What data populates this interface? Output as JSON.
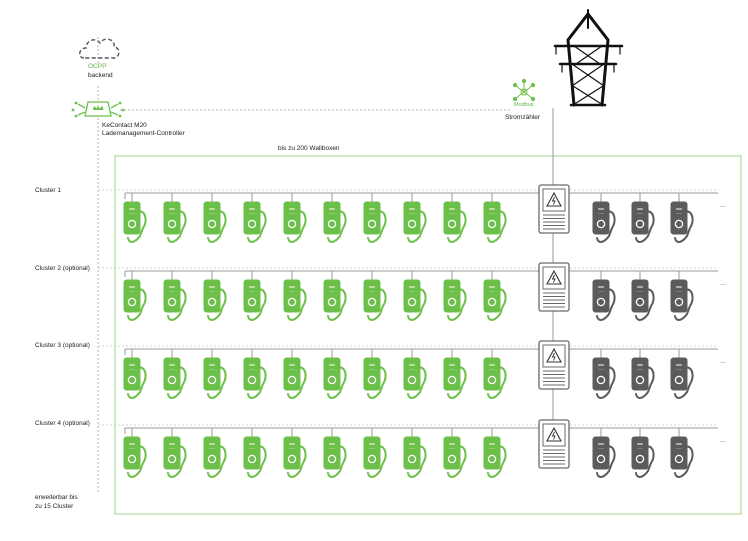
{
  "cloud": {
    "protocol": "OCPP",
    "label": "backend",
    "icon": "cloud-icon"
  },
  "controller": {
    "name": "KeContact M20",
    "description": "Lademanagement-Controller",
    "icon": "load-management-controller-icon"
  },
  "meter": {
    "protocol": "Modbus",
    "label": "Stromzähler",
    "icon": "modbus-hub-icon"
  },
  "grid": {
    "icon": "power-pylon-icon"
  },
  "system_box": {
    "title": "bis zu 200 Wallboxen"
  },
  "clusters": [
    {
      "label": "Cluster 1"
    },
    {
      "label": "Cluster 2 (optional)"
    },
    {
      "label": "Cluster 3 (optional)"
    },
    {
      "label": "Cluster 4 (optional)"
    }
  ],
  "wallboxes": {
    "managed_per_cluster": 10,
    "unmanaged_per_cluster": 3,
    "managed_color": "#6cc04a",
    "unmanaged_color": "#5b5b5b",
    "managed_icon": "wallbox-icon",
    "distribution_icon": "distribution-board-icon"
  },
  "continuation": "...",
  "footer": {
    "line1": "erweiterbar bis",
    "line2": "zu 15 Cluster"
  },
  "colors": {
    "accent": "#6cc04a",
    "line": "#9a9a9a",
    "dashed": "#b5b5b5"
  }
}
